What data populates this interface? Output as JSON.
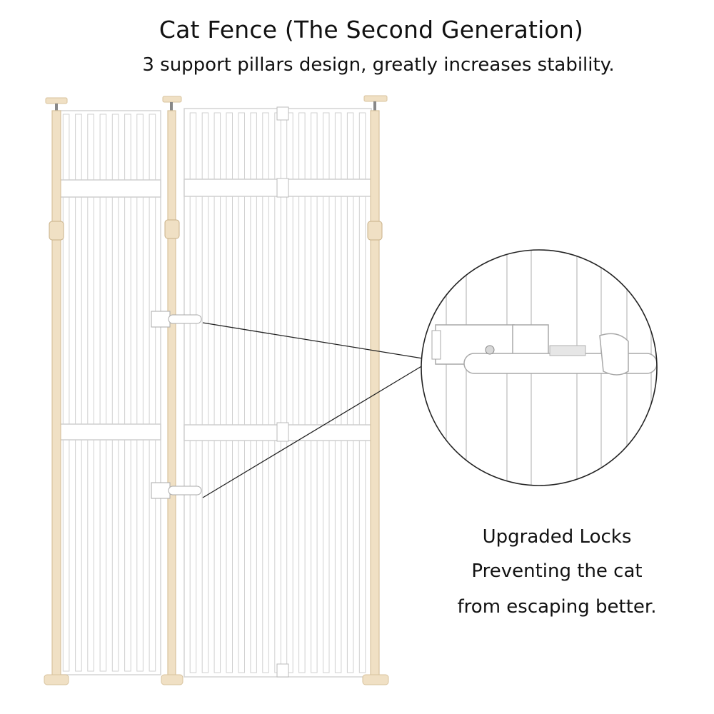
{
  "heading": {
    "title": "Cat Fence (The Second Generation)",
    "subtitle": "3 support pillars design, greatly increases stability."
  },
  "callout": {
    "line1": "Upgraded Locks",
    "line2": "Preventing the cat",
    "line3": "from escaping better."
  },
  "colors": {
    "pillar": "#f0e0c4",
    "pillar_edge": "#d8c39e",
    "fence": "#ffffff",
    "fence_edge": "#d4d4d4",
    "leader_line": "#222222"
  }
}
